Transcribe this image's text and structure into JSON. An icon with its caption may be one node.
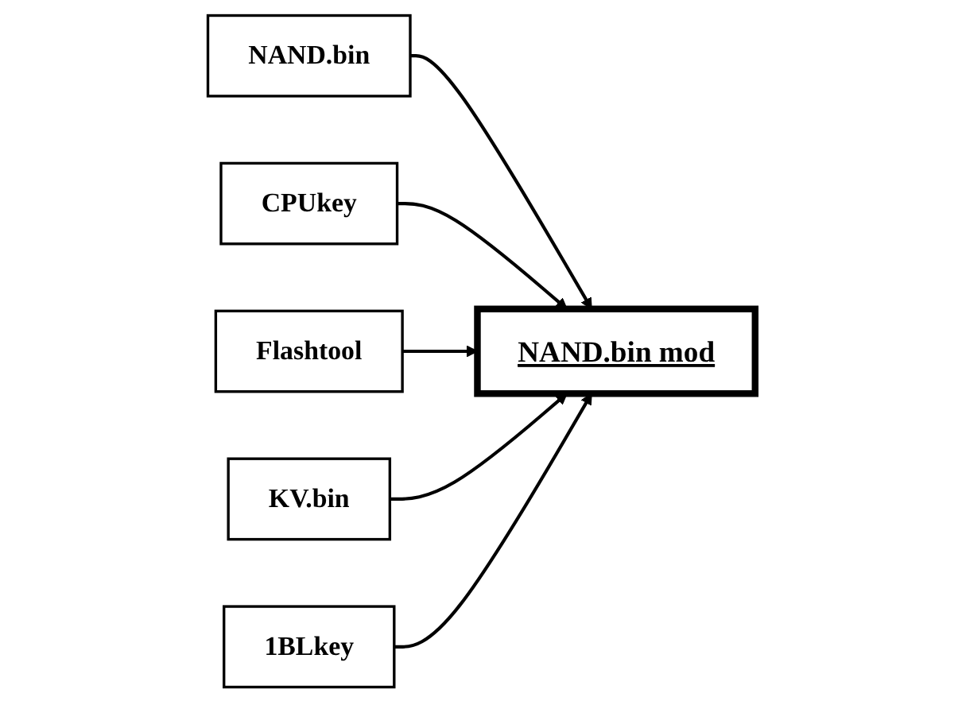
{
  "diagram": {
    "nodes": [
      {
        "text": [
          "NAND.bin"
        ]
      },
      {
        "text": [
          "CPUkey"
        ]
      },
      {
        "text": [
          "Flashtool"
        ]
      },
      {
        "text": [
          "KV.bin"
        ]
      },
      {
        "text": [
          "1BLkey"
        ]
      },
      {
        "text": [
          "NAND.bin mod"
        ]
      }
    ],
    "edges": [
      {
        "from": 0,
        "to": 5,
        "arrow": "to"
      },
      {
        "from": 1,
        "to": 5,
        "arrow": "to"
      },
      {
        "from": 2,
        "to": 5,
        "arrow": "to"
      },
      {
        "from": 3,
        "to": 5,
        "arrow": "to"
      },
      {
        "from": 4,
        "to": 5,
        "arrow": "to"
      }
    ]
  }
}
